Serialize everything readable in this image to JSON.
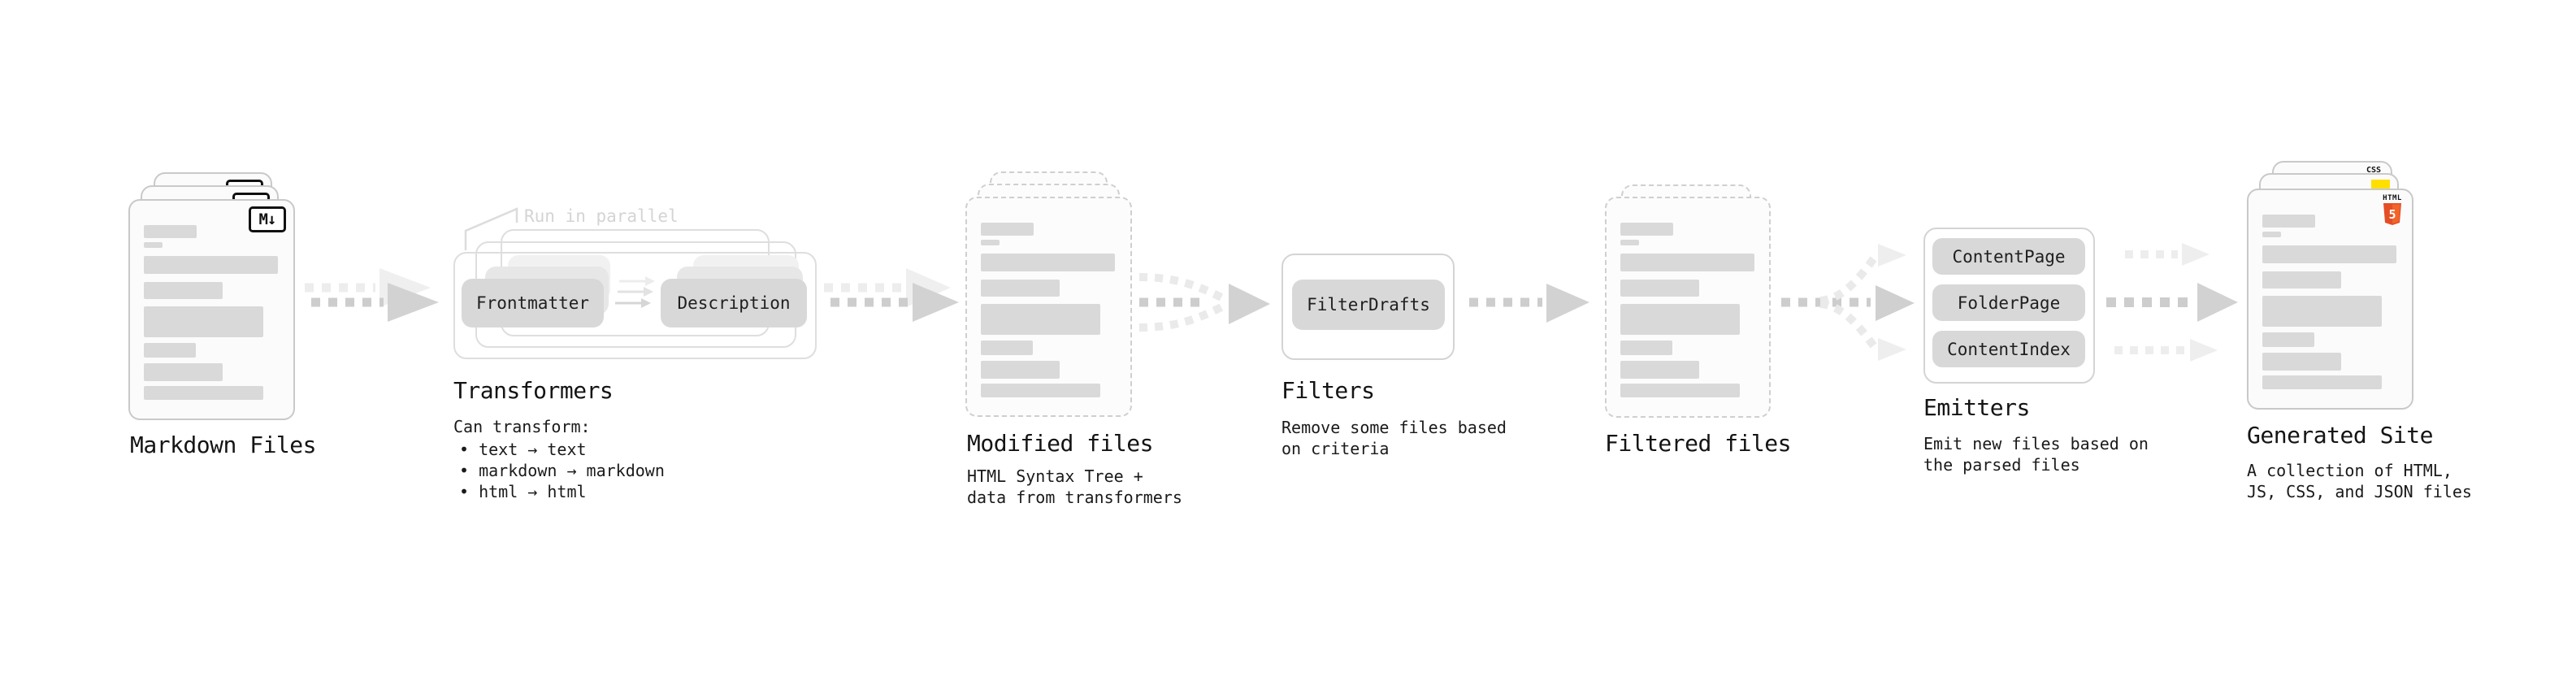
{
  "diagram": {
    "markdown_files": {
      "label": "Markdown Files"
    },
    "transformers": {
      "label": "Transformers",
      "annotation": "Run in parallel",
      "source_pill": "Frontmatter",
      "target_pill": "Description",
      "description_heading": "Can transform:",
      "bullets": [
        "• text → text",
        "• markdown → markdown",
        "• html → html"
      ]
    },
    "modified_files": {
      "label": "Modified files",
      "description_lines": [
        "HTML Syntax Tree +",
        "data from transformers"
      ]
    },
    "filters": {
      "label": "Filters",
      "pill": "FilterDrafts",
      "description_lines": [
        "Remove some files based",
        "on criteria"
      ]
    },
    "filtered_files": {
      "label": "Filtered files"
    },
    "emitters": {
      "label": "Emitters",
      "pills": [
        "ContentPage",
        "FolderPage",
        "ContentIndex"
      ],
      "description_lines": [
        "Emit new files based on",
        "the parsed files"
      ]
    },
    "generated_site": {
      "label": "Generated Site",
      "description_lines": [
        "A collection of HTML,",
        "JS, CSS, and JSON files"
      ]
    }
  },
  "icons": {
    "markdown_badge": "M↓",
    "css_badge": "CSS",
    "html5_caption": "HTML",
    "html5_numeral": "5"
  },
  "colors": {
    "html5_orange": "#e44d26",
    "html5_orange_light": "#f16529",
    "js_yellow": "#ffdf00",
    "css_blue": "#2b5ce6",
    "placeholder_gray": "#d9d9d9",
    "arrow_gray": "#cdcdcd",
    "arrow_light_gray": "#ededed"
  }
}
